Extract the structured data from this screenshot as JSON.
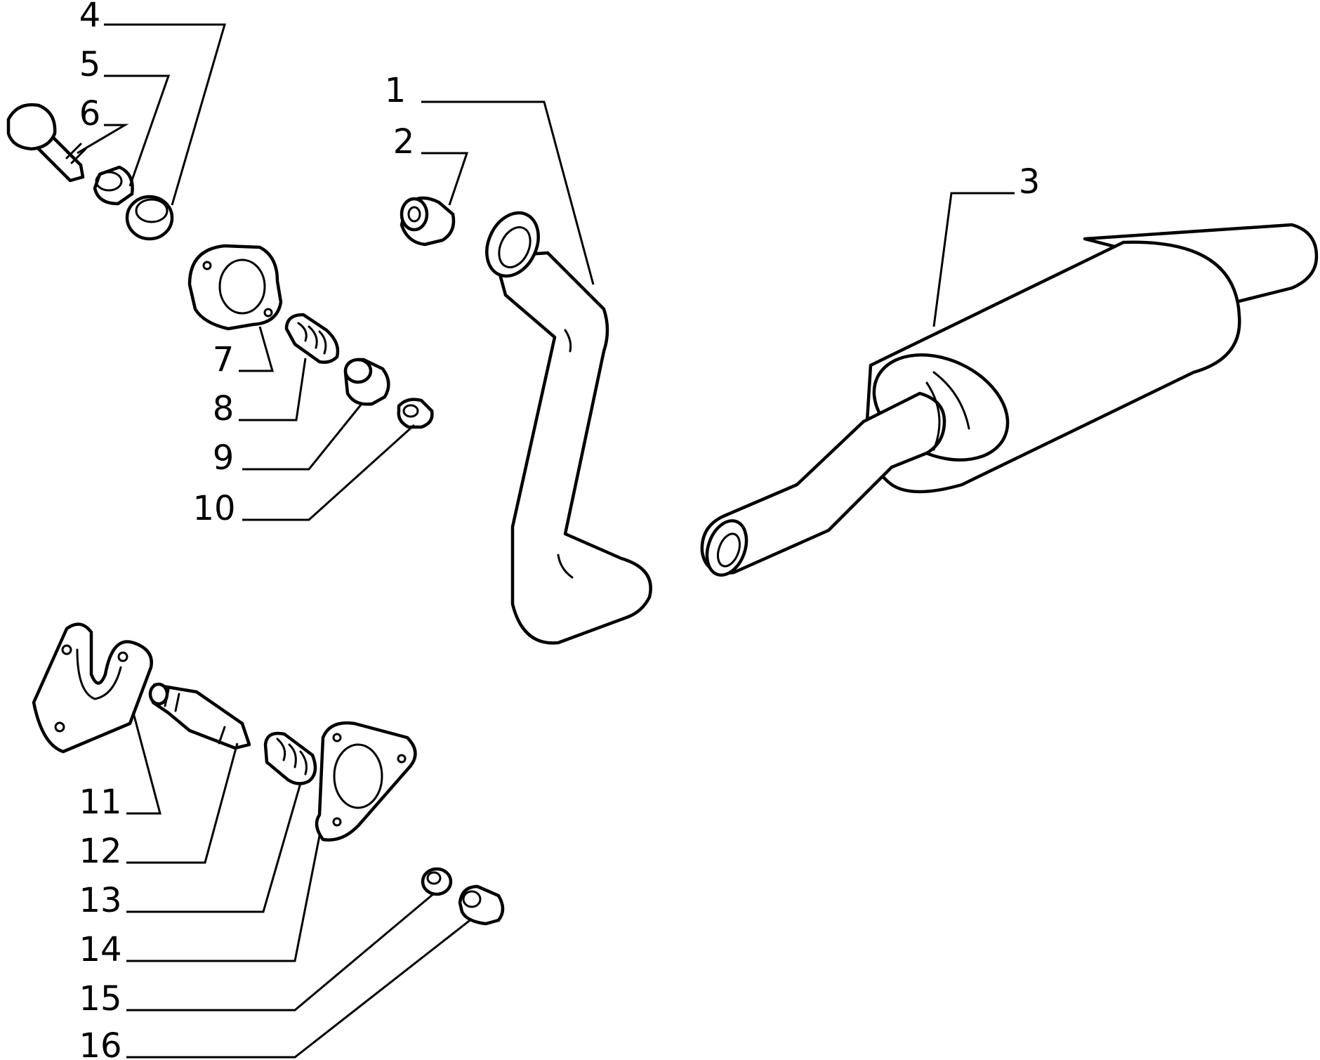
{
  "diagram": {
    "callouts": [
      {
        "id": "c1",
        "number": "1"
      },
      {
        "id": "c2",
        "number": "2"
      },
      {
        "id": "c3",
        "number": "3"
      },
      {
        "id": "c4",
        "number": "4"
      },
      {
        "id": "c5",
        "number": "5"
      },
      {
        "id": "c6",
        "number": "6"
      },
      {
        "id": "c7",
        "number": "7"
      },
      {
        "id": "c8",
        "number": "8"
      },
      {
        "id": "c9",
        "number": "9"
      },
      {
        "id": "c10",
        "number": "10"
      },
      {
        "id": "c11",
        "number": "11"
      },
      {
        "id": "c12",
        "number": "12"
      },
      {
        "id": "c13",
        "number": "13"
      },
      {
        "id": "c14",
        "number": "14"
      },
      {
        "id": "c15",
        "number": "15"
      },
      {
        "id": "c16",
        "number": "16"
      }
    ],
    "colors": {
      "line": "#000000",
      "background": "#ffffff"
    }
  }
}
